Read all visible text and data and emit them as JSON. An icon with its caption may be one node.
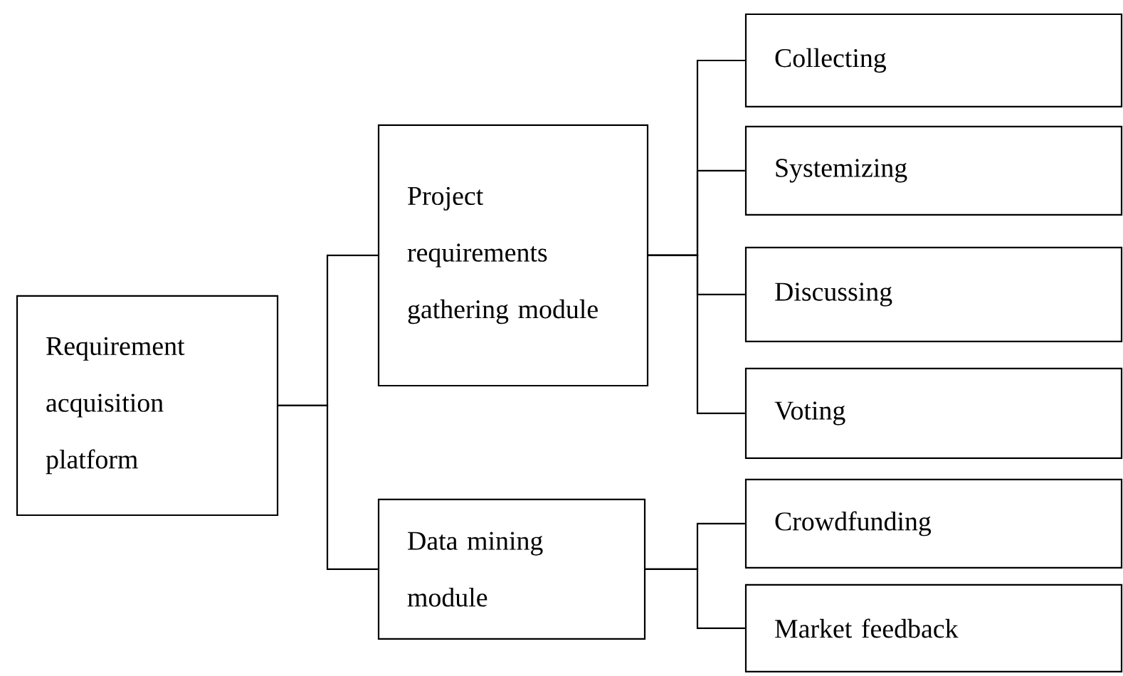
{
  "diagram": {
    "nodes": [
      {
        "text": [
          "Requirement acquisition platform"
        ]
      },
      {
        "text": [
          "Project requirements gathering module"
        ]
      },
      {
        "text": [
          "Data mining module"
        ]
      },
      {
        "text": [
          "Collecting"
        ]
      },
      {
        "text": [
          "Systemizing"
        ]
      },
      {
        "text": [
          "Discussing"
        ]
      },
      {
        "text": [
          "Voting"
        ]
      },
      {
        "text": [
          "Crowdfunding"
        ]
      },
      {
        "text": [
          "Market feedback"
        ]
      }
    ],
    "edges": [
      {
        "from": 0,
        "to": 1,
        "arrow": "none"
      },
      {
        "from": 0,
        "to": 2,
        "arrow": "none"
      },
      {
        "from": 1,
        "to": 3,
        "arrow": "none"
      },
      {
        "from": 1,
        "to": 4,
        "arrow": "none"
      },
      {
        "from": 1,
        "to": 5,
        "arrow": "none"
      },
      {
        "from": 1,
        "to": 6,
        "arrow": "none"
      },
      {
        "from": 2,
        "to": 7,
        "arrow": "none"
      },
      {
        "from": 2,
        "to": 8,
        "arrow": "none"
      }
    ]
  }
}
